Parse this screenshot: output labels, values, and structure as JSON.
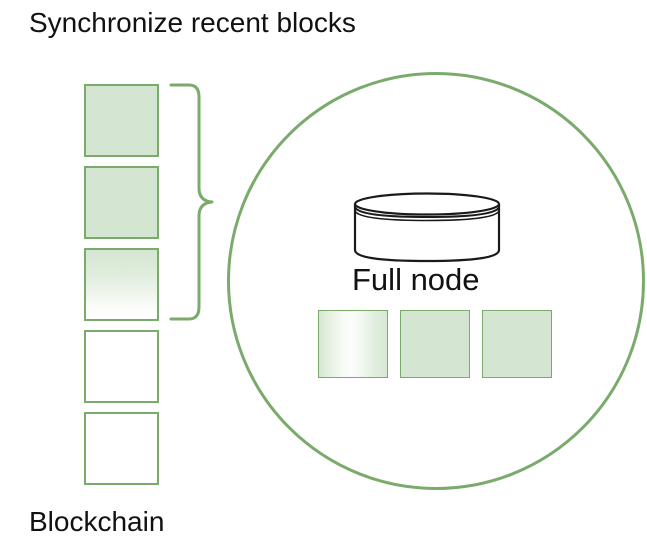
{
  "diagram": {
    "title": "Synchronize recent blocks",
    "bottom_label": "Blockchain",
    "node_label": "Full node",
    "colors": {
      "stroke_green": "#7aab6c",
      "fill_green": "#d4e6d1",
      "background": "#ffffff",
      "text": "#111111",
      "cylinder_stroke": "#1a1a1a"
    },
    "icons": {
      "database_cylinder": "database-icon",
      "curly_brace": "curly-brace-icon",
      "node_boundary": "circle-icon"
    },
    "blockchain_blocks": [
      {
        "index": 1,
        "state": "synchronized",
        "fill": "solid-green"
      },
      {
        "index": 2,
        "state": "synchronized",
        "fill": "solid-green"
      },
      {
        "index": 3,
        "state": "partially-synchronized",
        "fill": "gradient-green-to-white"
      },
      {
        "index": 4,
        "state": "not-synchronized",
        "fill": "white"
      },
      {
        "index": 5,
        "state": "not-synchronized",
        "fill": "white"
      }
    ],
    "node_blocks": [
      {
        "index": 1,
        "state": "loading",
        "fill": "gradient-green-white-green"
      },
      {
        "index": 2,
        "state": "stored",
        "fill": "solid-green"
      },
      {
        "index": 3,
        "state": "stored",
        "fill": "solid-green"
      }
    ],
    "brace": {
      "label": "recent-blocks-selection",
      "spans_blocks": [
        1,
        2,
        3
      ]
    }
  }
}
